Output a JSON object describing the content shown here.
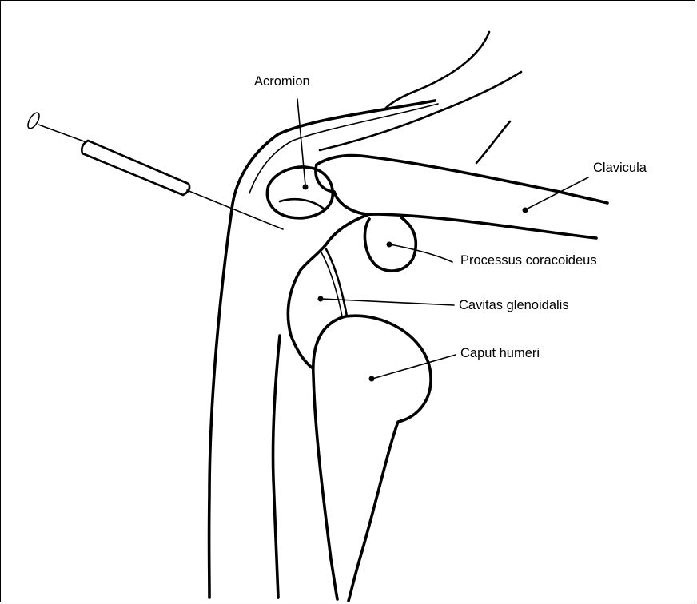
{
  "figure": {
    "labels": {
      "acromion": "Acromion",
      "clavicula": "Clavicula",
      "processus_coracoideus": "Processus coracoideus",
      "cavitas_glenoidalis": "Cavitas glenoidalis",
      "caput_humeri": "Caput humeri"
    }
  }
}
